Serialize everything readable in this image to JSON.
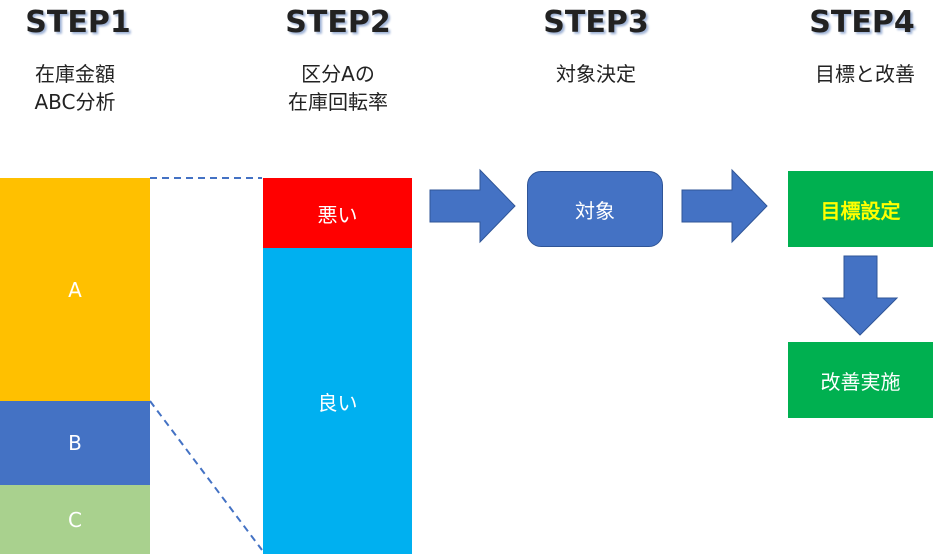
{
  "steps": [
    {
      "title": "STEP1",
      "desc_line1": "在庫金額",
      "desc_line2": "ABC分析"
    },
    {
      "title": "STEP2",
      "desc_line1": "区分Aの",
      "desc_line2": "在庫回転率"
    },
    {
      "title": "STEP3",
      "desc_line1": "対象決定",
      "desc_line2": ""
    },
    {
      "title": "STEP4",
      "desc_line1": "目標と改善",
      "desc_line2": ""
    }
  ],
  "abc": {
    "a": "A",
    "b": "B",
    "c": "C"
  },
  "turnover": {
    "bad": "悪い",
    "good": "良い"
  },
  "target": "対象",
  "goal": "目標設定",
  "improve": "改善実施",
  "colors": {
    "a": "#ffc000",
    "b": "#4472c4",
    "c": "#a9d18e",
    "bad": "#ff0000",
    "good": "#00b0f0",
    "arrow": "#4472c4",
    "green": "#00b050",
    "goal_text": "#ffff00"
  }
}
